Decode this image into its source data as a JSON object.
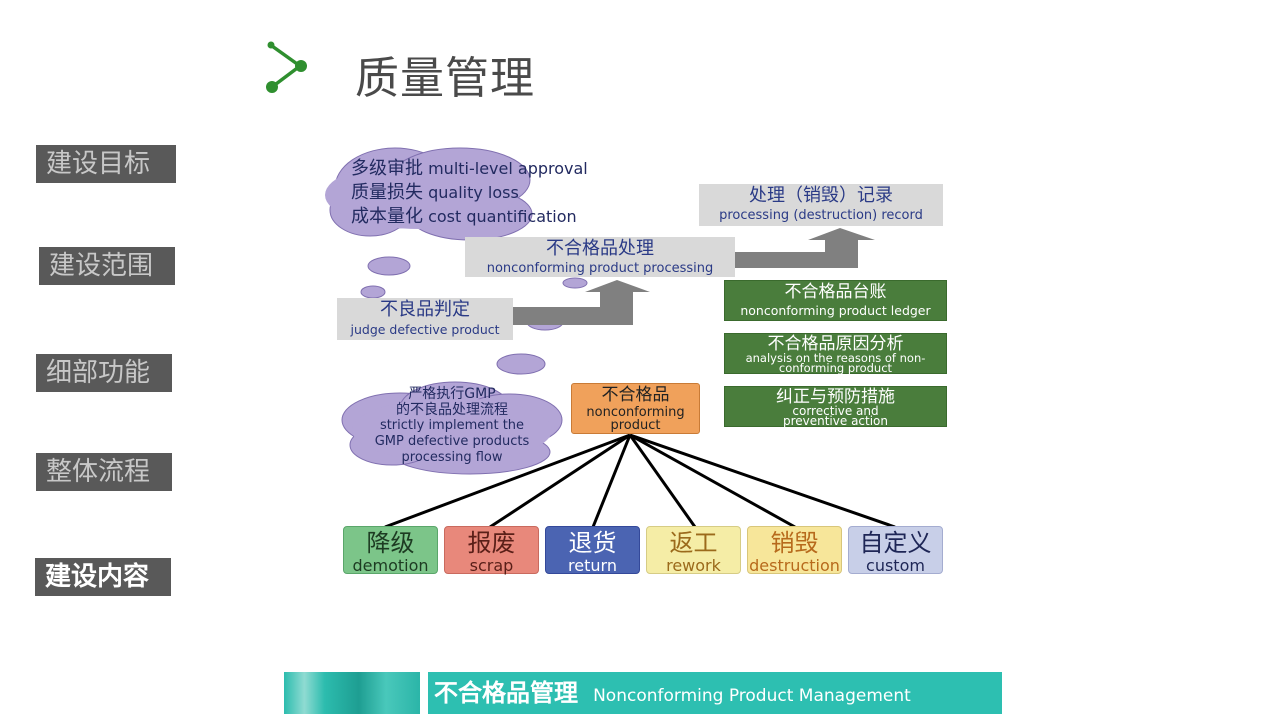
{
  "header": {
    "title": "质量管理"
  },
  "nav": {
    "items": [
      {
        "label": "建设目标",
        "active": false
      },
      {
        "label": "建设范围",
        "active": false
      },
      {
        "label": "细部功能",
        "active": false
      },
      {
        "label": "整体流程",
        "active": false
      },
      {
        "label": "建设内容",
        "active": true
      }
    ]
  },
  "diagram": {
    "top_cloud": {
      "lines": [
        {
          "zh": "多级审批",
          "en": "multi-level approval"
        },
        {
          "zh": "质量损失",
          "en": "quality loss"
        },
        {
          "zh": "成本量化",
          "en": "cost quantification"
        }
      ]
    },
    "record_box": {
      "zh": "处理（销毁）记录",
      "en": "processing (destruction) record"
    },
    "processing_box": {
      "zh": "不合格品处理",
      "en": "nonconforming product processing"
    },
    "judge_box": {
      "zh": "不良品判定",
      "en": "judge defective product"
    },
    "green_boxes": [
      {
        "zh": "不合格品台账",
        "en": "nonconforming product ledger"
      },
      {
        "zh": "不合格品原因分析",
        "en": "analysis on the reasons of non-conforming product"
      },
      {
        "zh": "纠正与预防措施",
        "en": "corrective and preventive action"
      }
    ],
    "gmp_cloud": {
      "zh1": "严格执行GMP",
      "zh2": "的不良品处理流程",
      "en": "strictly implement the GMP defective products processing flow"
    },
    "center_box": {
      "zh": "不合格品",
      "en": "nonconforming product"
    },
    "categories": [
      {
        "zh": "降级",
        "en": "demotion",
        "bg": "#7cc589",
        "fg": "#1d3b22"
      },
      {
        "zh": "报废",
        "en": "scrap",
        "bg": "#e8887b",
        "fg": "#5a1f18"
      },
      {
        "zh": "退货",
        "en": "return",
        "bg": "#4b64b2",
        "fg": "#ffffff"
      },
      {
        "zh": "返工",
        "en": "rework",
        "bg": "#f5eda6",
        "fg": "#9b6a1b"
      },
      {
        "zh": "销毁",
        "en": "destruction",
        "bg": "#f7e69a",
        "fg": "#b76a1c"
      },
      {
        "zh": "自定义",
        "en": "custom",
        "bg": "#c8cfe8",
        "fg": "#1e2656"
      }
    ]
  },
  "banner": {
    "zh": "不合格品管理",
    "en": "Nonconforming Product Management"
  },
  "colors": {
    "accent_green": "#2f8f2f",
    "cloud": "#b3a5d6",
    "arrow": "#808080",
    "banner": "#2dbfb1"
  }
}
